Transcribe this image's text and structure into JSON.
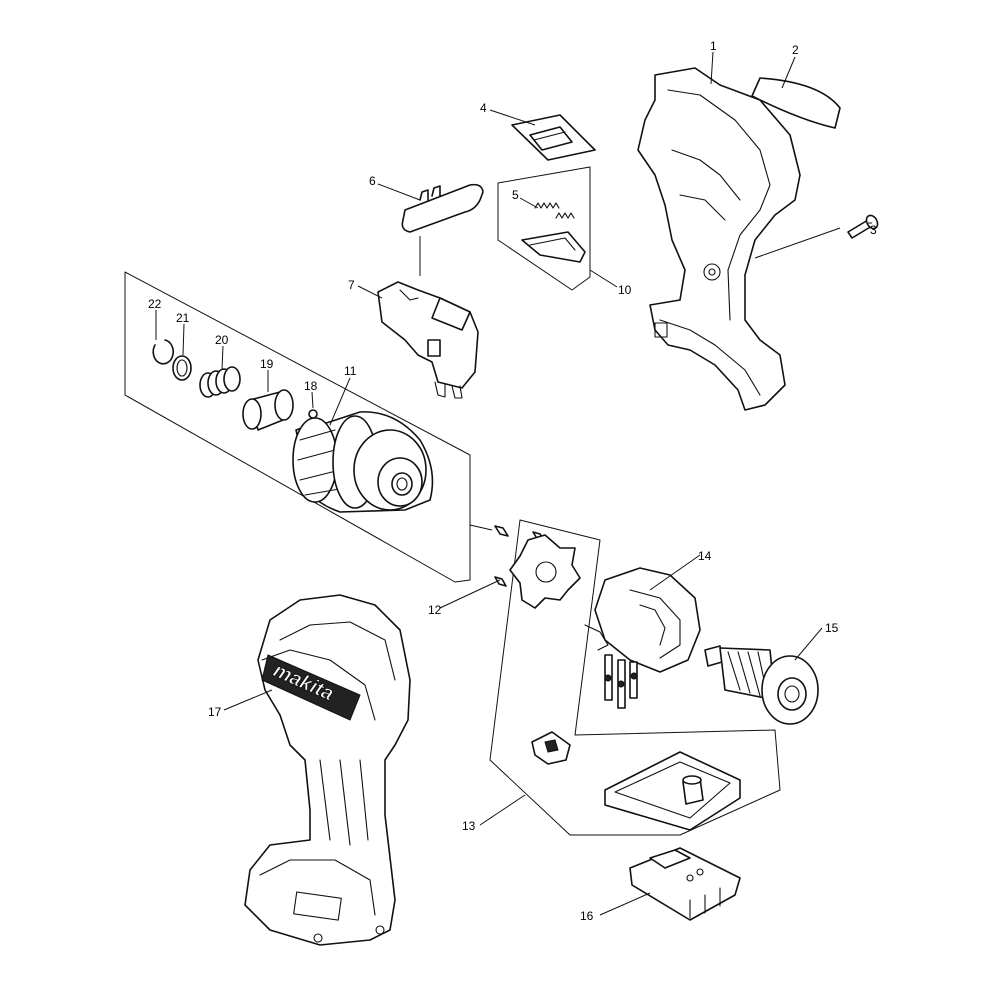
{
  "diagram": {
    "labels": {
      "p1": "1",
      "p2": "2",
      "p3": "3",
      "p4": "4",
      "p5": "5",
      "p6": "6",
      "p7": "7",
      "p10": "10",
      "p11": "11",
      "p12": "12",
      "p13": "13",
      "p14": "14",
      "p15": "15",
      "p16": "16",
      "p17": "17",
      "p18": "18",
      "p19": "19",
      "p20": "20",
      "p21": "21",
      "p22": "22"
    },
    "brand_mark": "makita"
  }
}
